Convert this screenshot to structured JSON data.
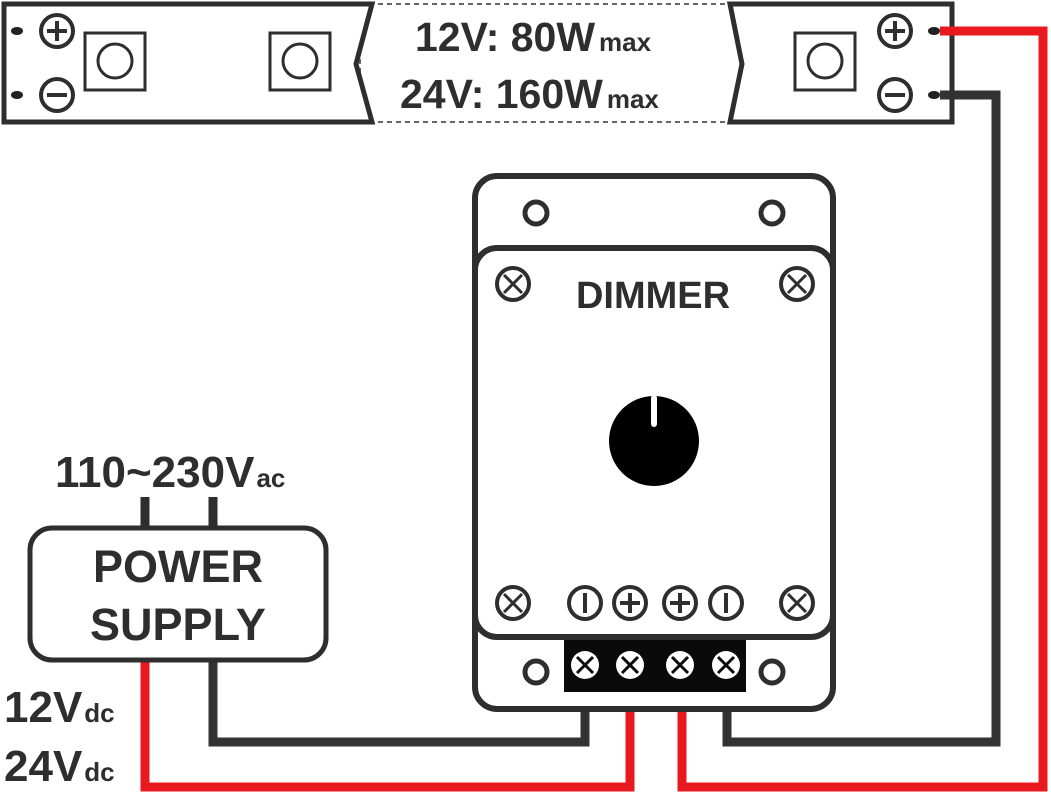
{
  "strip": {
    "rating_12v": "12V: 80W",
    "rating_24v": "24V: 160W",
    "rating_suffix": "max",
    "pos_symbol": "+",
    "neg_symbol": "−"
  },
  "dimmer": {
    "title": "DIMMER"
  },
  "power_supply": {
    "line1": "POWER",
    "line2": "SUPPLY",
    "input_main": "110~230V",
    "input_sub": "ac"
  },
  "output_voltage": {
    "line1_main": "12V",
    "line2_main": "24V",
    "sub": "dc"
  },
  "colors": {
    "positive_wire": "#e8191f",
    "negative_wire": "#333333",
    "outline": "#2e2e2e"
  }
}
